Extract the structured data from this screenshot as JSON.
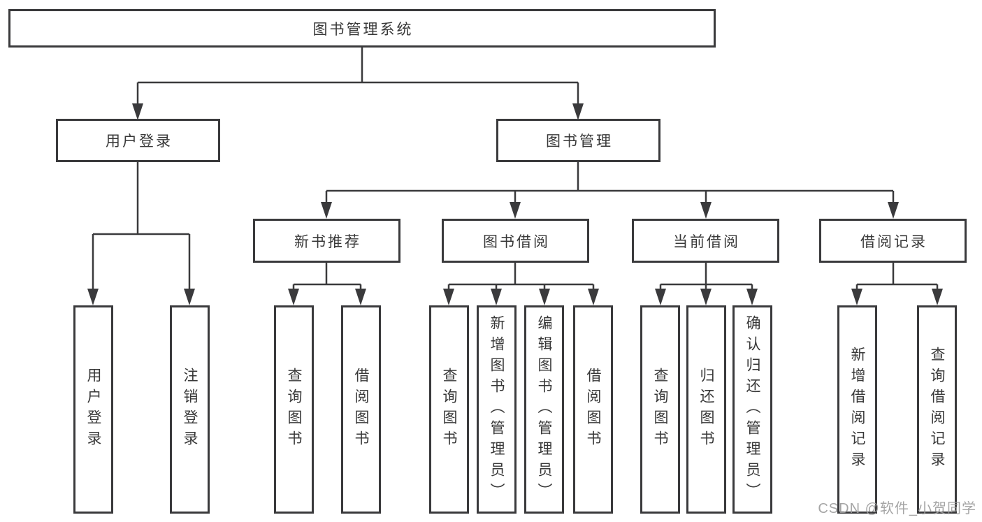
{
  "diagram": {
    "colors": {
      "line": "#3a3a3c",
      "border": "#3a3a3c",
      "text": "#383838",
      "background": "#ffffff",
      "watermark": "#9c9c9c"
    },
    "tree": {
      "label": "图书管理系统",
      "children": [
        {
          "label": "用户登录",
          "children": [
            {
              "label": "用户登录"
            },
            {
              "label": "注销登录"
            }
          ]
        },
        {
          "label": "图书管理",
          "children": [
            {
              "label": "新书推荐",
              "children": [
                {
                  "label": "查询图书"
                },
                {
                  "label": "借阅图书"
                }
              ]
            },
            {
              "label": "图书借阅",
              "children": [
                {
                  "label": "查询图书"
                },
                {
                  "label": "新增图书（管理员）"
                },
                {
                  "label": "编辑图书（管理员）"
                },
                {
                  "label": "借阅图书"
                }
              ]
            },
            {
              "label": "当前借阅",
              "children": [
                {
                  "label": "查询图书"
                },
                {
                  "label": "归还图书"
                },
                {
                  "label": "确认归还（管理员）"
                }
              ]
            },
            {
              "label": "借阅记录",
              "children": [
                {
                  "label": "新增借阅记录"
                },
                {
                  "label": "查询借阅记录"
                }
              ]
            }
          ]
        }
      ]
    },
    "watermark": {
      "text": "CSDN @软件_小贺同学"
    }
  }
}
